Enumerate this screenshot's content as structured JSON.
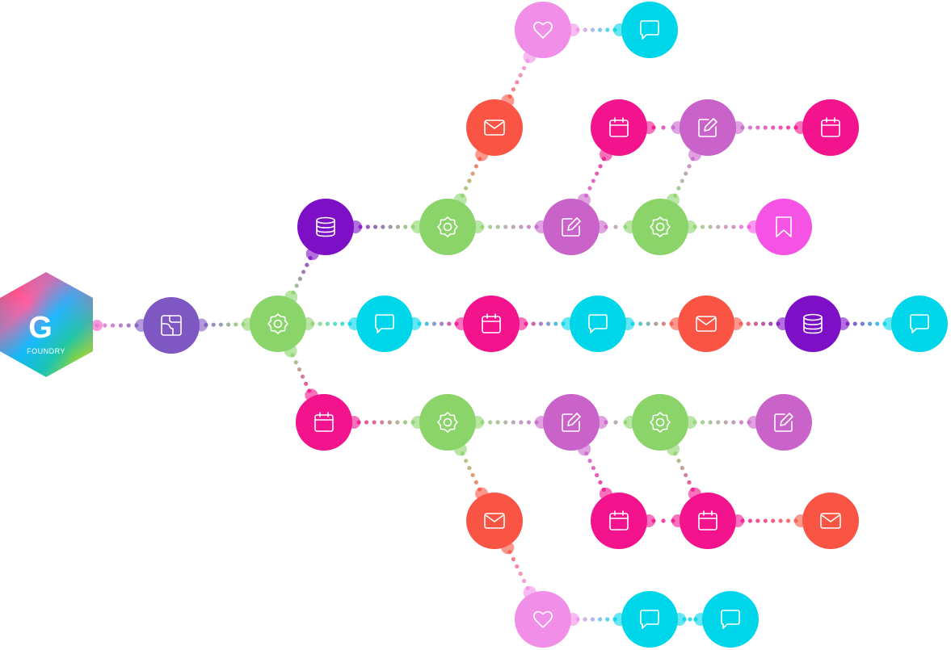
{
  "colors": {
    "purple": "#7e57c2",
    "green": "#8bd46a",
    "cyan": "#00d6ea",
    "pink": "#f2138d",
    "coral": "#fa5544",
    "orchid": "#c963c9",
    "violet": "#7d10c6",
    "lightpink": "#f18ee8",
    "magenta": "#f553e4",
    "icon_stroke": "#ffffff"
  },
  "logo": {
    "letter": "G",
    "label": "FOUNDRY"
  },
  "nodes": [
    {
      "id": "n1",
      "icon": "split-icon",
      "color": "purple"
    },
    {
      "id": "n2",
      "icon": "gear-icon",
      "color": "green"
    },
    {
      "id": "n3",
      "icon": "database-icon",
      "color": "violet"
    },
    {
      "id": "n4",
      "icon": "calendar-icon",
      "color": "pink"
    },
    {
      "id": "n5",
      "icon": "gear-icon",
      "color": "green"
    },
    {
      "id": "n6",
      "icon": "mail-icon",
      "color": "coral"
    },
    {
      "id": "n7",
      "icon": "heart-icon",
      "color": "lightpink"
    },
    {
      "id": "n8",
      "icon": "chat-icon",
      "color": "cyan"
    },
    {
      "id": "n9",
      "icon": "edit-icon",
      "color": "orchid"
    },
    {
      "id": "n10",
      "icon": "calendar-icon",
      "color": "pink"
    },
    {
      "id": "n11",
      "icon": "edit-icon",
      "color": "orchid"
    },
    {
      "id": "n12",
      "icon": "calendar-icon",
      "color": "pink"
    },
    {
      "id": "n13",
      "icon": "gear-icon",
      "color": "green"
    },
    {
      "id": "n14",
      "icon": "bookmark-icon",
      "color": "magenta"
    },
    {
      "id": "n15",
      "icon": "chat-icon",
      "color": "cyan"
    },
    {
      "id": "n16",
      "icon": "calendar-icon",
      "color": "pink"
    },
    {
      "id": "n17",
      "icon": "chat-icon",
      "color": "cyan"
    },
    {
      "id": "n18",
      "icon": "mail-icon",
      "color": "coral"
    },
    {
      "id": "n19",
      "icon": "database-icon",
      "color": "violet"
    },
    {
      "id": "n20",
      "icon": "chat-icon",
      "color": "cyan"
    },
    {
      "id": "n21",
      "icon": "gear-icon",
      "color": "green"
    },
    {
      "id": "n22",
      "icon": "edit-icon",
      "color": "orchid"
    },
    {
      "id": "n23",
      "icon": "gear-icon",
      "color": "green"
    },
    {
      "id": "n24",
      "icon": "edit-icon",
      "color": "orchid"
    },
    {
      "id": "n25",
      "icon": "mail-icon",
      "color": "coral"
    },
    {
      "id": "n26",
      "icon": "heart-icon",
      "color": "lightpink"
    },
    {
      "id": "n27",
      "icon": "chat-icon",
      "color": "cyan"
    },
    {
      "id": "n28",
      "icon": "chat-icon",
      "color": "cyan"
    },
    {
      "id": "n29",
      "icon": "calendar-icon",
      "color": "pink"
    },
    {
      "id": "n30",
      "icon": "calendar-icon",
      "color": "pink"
    },
    {
      "id": "n31",
      "icon": "mail-icon",
      "color": "coral"
    }
  ],
  "edges": [
    [
      "logo",
      "n1"
    ],
    [
      "n1",
      "n2"
    ],
    [
      "n2",
      "n3"
    ],
    [
      "n2",
      "n15"
    ],
    [
      "n2",
      "n4"
    ],
    [
      "n3",
      "n5"
    ],
    [
      "n5",
      "n6"
    ],
    [
      "n6",
      "n7"
    ],
    [
      "n7",
      "n8"
    ],
    [
      "n5",
      "n9"
    ],
    [
      "n9",
      "n10"
    ],
    [
      "n10",
      "n11"
    ],
    [
      "n11",
      "n12"
    ],
    [
      "n9",
      "n13"
    ],
    [
      "n13",
      "n11"
    ],
    [
      "n13",
      "n14"
    ],
    [
      "n15",
      "n16"
    ],
    [
      "n16",
      "n17"
    ],
    [
      "n17",
      "n18"
    ],
    [
      "n18",
      "n19"
    ],
    [
      "n19",
      "n20"
    ],
    [
      "n4",
      "n21"
    ],
    [
      "n21",
      "n22"
    ],
    [
      "n22",
      "n23"
    ],
    [
      "n23",
      "n24"
    ],
    [
      "n21",
      "n25"
    ],
    [
      "n25",
      "n26"
    ],
    [
      "n26",
      "n27"
    ],
    [
      "n27",
      "n28"
    ],
    [
      "n22",
      "n29"
    ],
    [
      "n29",
      "n30"
    ],
    [
      "n23",
      "n30"
    ],
    [
      "n30",
      "n31"
    ]
  ]
}
